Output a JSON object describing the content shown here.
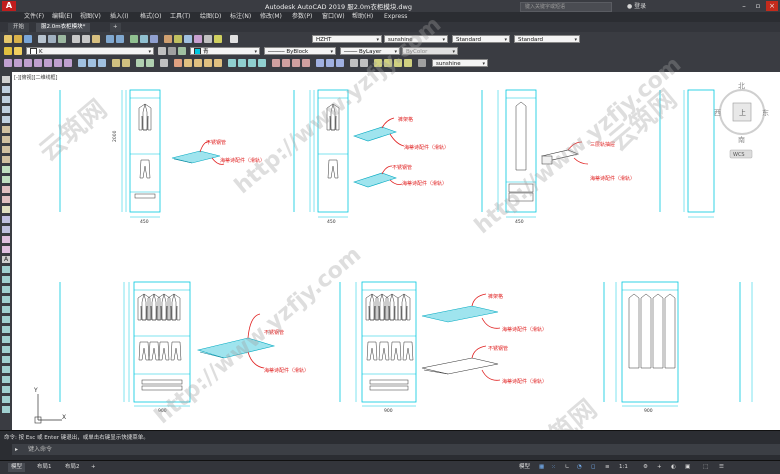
{
  "app": {
    "logo": "A",
    "title": "Autodesk AutoCAD 2019    服2.0m衣柜模块.dwg",
    "search_placeholder": "键入关键字或短语",
    "login": "登录"
  },
  "menu": [
    "文件(F)",
    "编辑(E)",
    "视图(V)",
    "插入(I)",
    "格式(O)",
    "工具(T)",
    "绘图(D)",
    "标注(N)",
    "修改(M)",
    "参数(P)",
    "窗口(W)",
    "帮助(H)",
    "Express"
  ],
  "tabs": [
    {
      "label": "开始",
      "active": false
    },
    {
      "label": "服2.0m衣柜模块*",
      "active": true
    }
  ],
  "toolbar": {
    "layer_name": "0",
    "text_style": "HZHT",
    "font_style": "sunshine",
    "dim_style": "Standard",
    "table_style": "Standard",
    "layer_combo": "K",
    "color_combo": "青",
    "linetype_combo": "ByBlock",
    "lineweight_combo": "ByLayer",
    "plotstyle_combo": "ByColor",
    "mleader_style": "sunshine"
  },
  "viewport_label": "[-][俯视][二维线框]",
  "viewcube": {
    "north": "北",
    "south": "南",
    "east": "东",
    "west": "西",
    "top": "上",
    "wcs": "WCS"
  },
  "annotations": {
    "stainless_pipe": "不锈钢管",
    "damping_rail": "海蒂诗配件（滑轨）",
    "pants_rack": "裤架格",
    "drawer": "三层轨抽屉",
    "pants_rack_2": "裤架格"
  },
  "dims": {
    "w450": "450",
    "w900": "900",
    "h2000": "2000"
  },
  "watermark": "http://www.yzfjy.com",
  "watermark_cn": "云筑网",
  "command": {
    "history": "命令: 按 Esc 或 Enter 键退出，或单击右键显示快捷菜单。",
    "prompt": "键入命令"
  },
  "status": {
    "model_tab": "模型",
    "layout1": "布局1",
    "layout2": "布局2",
    "model_btn": "模型",
    "scale": "1:1"
  },
  "colors": {
    "cyan": "#00c8e0",
    "red": "#e02020",
    "drawing": "#333333",
    "accent": "#c01d1d"
  }
}
